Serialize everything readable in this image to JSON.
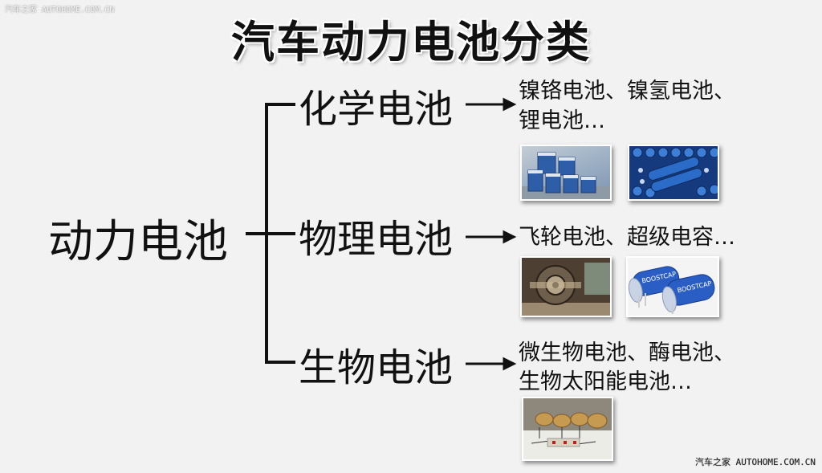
{
  "watermark": {
    "top_left": "汽车之家  AUTOHOME.COM.CN",
    "bottom_right": "汽车之家  AUTOHOME.COM.CN"
  },
  "title": "汽车动力电池分类",
  "root": "动力电池",
  "categories": [
    {
      "label": "化学电池",
      "examples": [
        "镍铬电池、镍氢电池、",
        "锂电池…"
      ],
      "images": [
        "battery-pack-image",
        "cylindrical-cells-image"
      ]
    },
    {
      "label": "物理电池",
      "examples": [
        "飞轮电池、超级电容…"
      ],
      "images": [
        "flywheel-image",
        "supercapacitor-image"
      ],
      "image_text": [
        "BOOSTCAP",
        "BOOSTCAP"
      ]
    },
    {
      "label": "生物电池",
      "examples": [
        "微生物电池、酶电池、",
        "生物太阳能电池…"
      ],
      "images": [
        "potato-battery-image"
      ]
    }
  ],
  "colors": {
    "background": "#f2f2f2",
    "text": "#111111",
    "line": "#111111"
  }
}
